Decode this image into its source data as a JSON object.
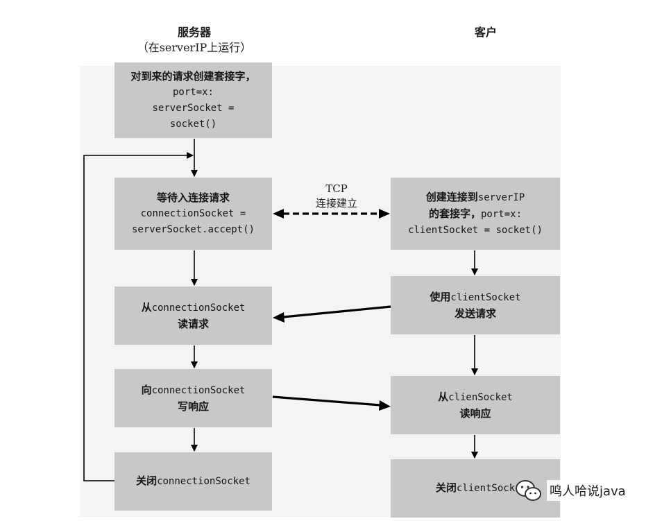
{
  "headers": {
    "server_title": "服务器",
    "server_subtitle": "（在serverIP上运行）",
    "client_title": "客户"
  },
  "server_boxes": [
    {
      "line1": "对到来的请求创建套接字，",
      "line2": "port=x:",
      "line3": "serverSocket =",
      "line4": "socket()"
    },
    {
      "line1": "等待入连接请求",
      "line2": "connectionSocket =",
      "line3": "serverSocket.accept()"
    },
    {
      "prefix": "从",
      "mono": "connectionSocket",
      "line2": "读请求"
    },
    {
      "prefix": "向",
      "mono": "connectionSocket",
      "line2": "写响应"
    },
    {
      "prefix": "关闭",
      "mono": "connectionSocket"
    }
  ],
  "client_boxes": [
    {
      "prefix": "创建连接到",
      "mono": "serverIP",
      "line2_prefix": "的套接字，",
      "line2_mono": "port=x:",
      "line3": "clientSocket = socket()"
    },
    {
      "prefix": "使用",
      "mono": "clientSocket",
      "line2": "发送请求"
    },
    {
      "prefix": "从",
      "mono": "clienSocket",
      "line2": "读响应"
    },
    {
      "prefix": "关闭",
      "mono": "clientSock"
    }
  ],
  "connection_label": {
    "line1": "TCP",
    "line2": "连接建立"
  },
  "watermark": {
    "text": "鸣人哈说java",
    "icon": "wechat-icon"
  },
  "colors": {
    "box_fill": "#c8c8c8",
    "panel_fill": "#f4f4f4",
    "arrow": "#000000"
  }
}
